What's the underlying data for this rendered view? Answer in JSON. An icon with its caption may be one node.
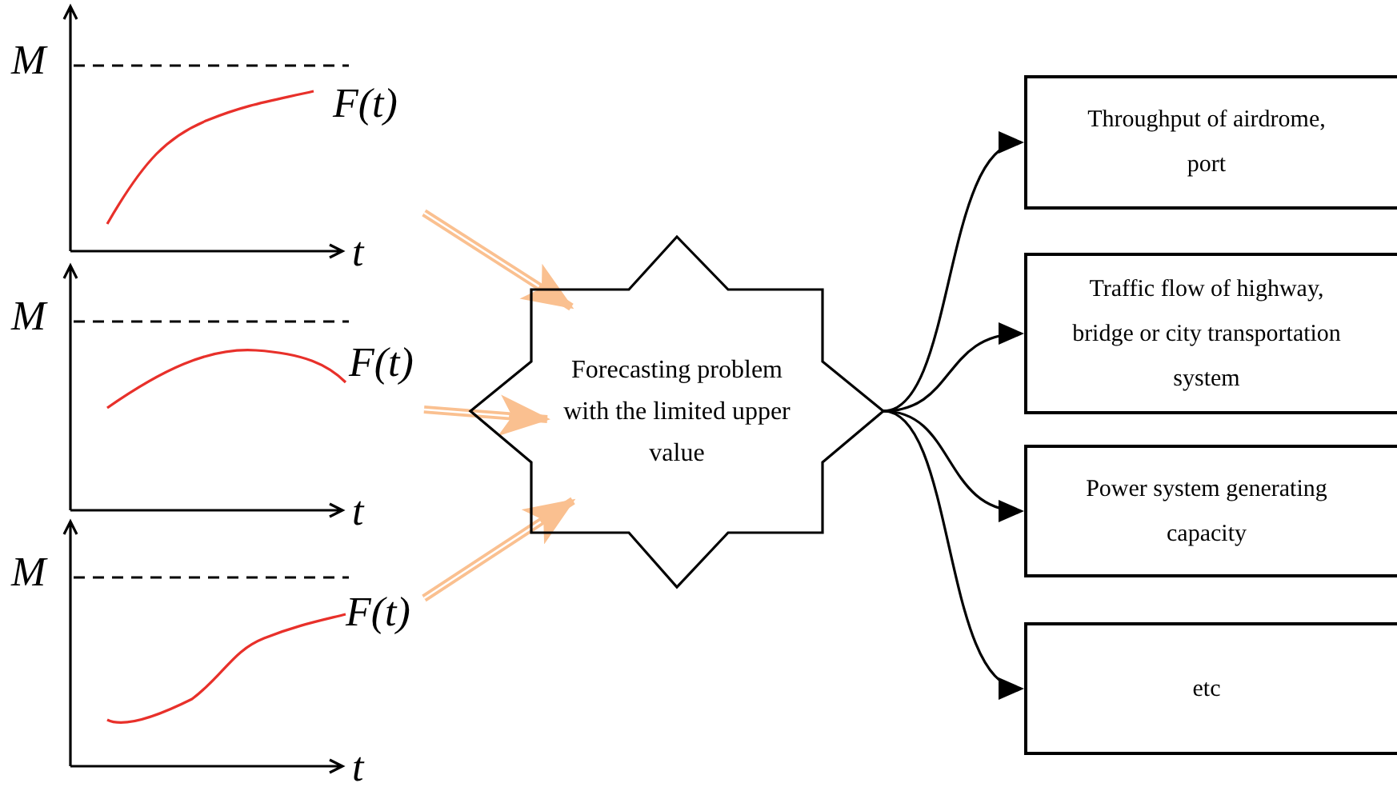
{
  "diagram": {
    "nodes": [
      {
        "text": [
          "M",
          "F(t)",
          "t"
        ]
      },
      {
        "text": [
          "M",
          "F(t)",
          "t"
        ]
      },
      {
        "text": [
          "M",
          "F(t)",
          "t"
        ]
      },
      {
        "text": [
          "Forecasting problem with the limited upper value"
        ]
      },
      {
        "text": [
          "Throughput of airdrome, port"
        ]
      },
      {
        "text": [
          "Traffic flow of highway, bridge or city transportation system"
        ]
      },
      {
        "text": [
          "Power system generating capacity"
        ]
      },
      {
        "text": [
          "etc"
        ]
      }
    ],
    "edges": [
      {
        "from": 0,
        "to": 3,
        "arrow": "to",
        "style": "thick",
        "color": "#fac090"
      },
      {
        "from": 1,
        "to": 3,
        "arrow": "to",
        "style": "thick",
        "color": "#fac090"
      },
      {
        "from": 2,
        "to": 3,
        "arrow": "to",
        "style": "thick",
        "color": "#fac090"
      },
      {
        "from": 3,
        "to": 4,
        "arrow": "to"
      },
      {
        "from": 3,
        "to": 5,
        "arrow": "to"
      },
      {
        "from": 3,
        "to": 6,
        "arrow": "to"
      },
      {
        "from": 3,
        "to": 7,
        "arrow": "to"
      }
    ]
  }
}
